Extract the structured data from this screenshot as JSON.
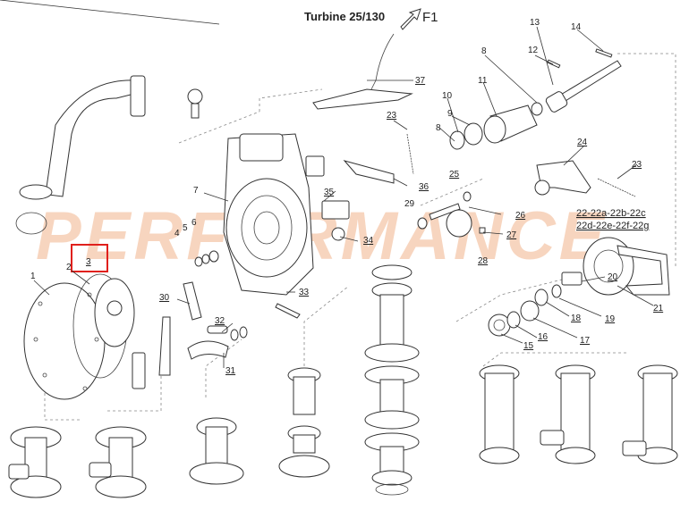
{
  "title": "Turbine 25/130",
  "direction_label": "F1",
  "watermark": "PERFORMANCE",
  "callouts": {
    "c1": "1",
    "c2": "2",
    "c3": "3",
    "c4": "4",
    "c5": "5",
    "c6": "6",
    "c7": "7",
    "c8a": "8",
    "c8b": "8",
    "c9": "9",
    "c10": "10",
    "c11": "11",
    "c12": "12",
    "c13": "13",
    "c14": "14",
    "c15": "15",
    "c16": "16",
    "c17": "17",
    "c18": "18",
    "c19": "19",
    "c20": "20",
    "c21": "21",
    "c23a": "23",
    "c23b": "23",
    "c24": "24",
    "c25": "25",
    "c26": "26",
    "c27": "27",
    "c28": "28",
    "c29": "29",
    "c30": "30",
    "c31": "31",
    "c32": "32",
    "c33": "33",
    "c34": "34",
    "c35": "35",
    "c36": "36",
    "c37": "37"
  },
  "codes": {
    "line1": "22-22a-22b-22c",
    "line2": "22d-22e-22f-22g"
  },
  "highlight": {
    "label": "3",
    "color": "#e0201c"
  },
  "colors": {
    "watermark": "#f2b48c",
    "line": "#333333"
  }
}
